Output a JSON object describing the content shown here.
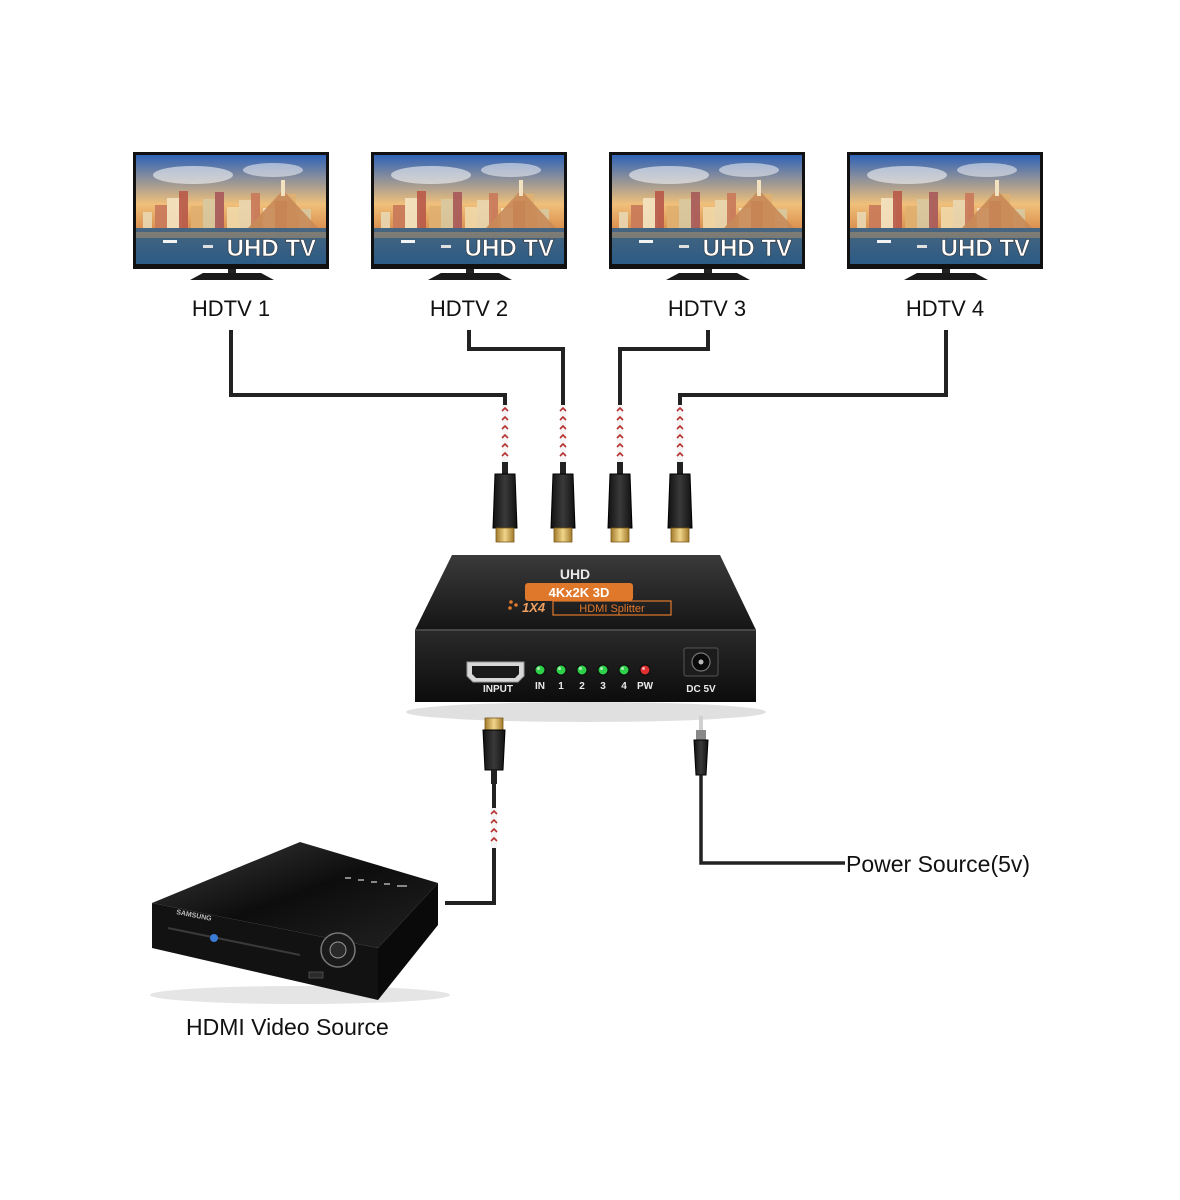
{
  "tvs": [
    {
      "label": "HDTV 1",
      "screen_text": "UHD TV"
    },
    {
      "label": "HDTV 2",
      "screen_text": "UHD TV"
    },
    {
      "label": "HDTV 3",
      "screen_text": "UHD TV"
    },
    {
      "label": "HDTV 4",
      "screen_text": "UHD TV"
    }
  ],
  "splitter": {
    "top_label": "UHD",
    "badge": "4Kx2K 3D",
    "model": "1X4",
    "model_name": "HDMI Splitter",
    "input_label": "INPUT",
    "leds": [
      {
        "label": "IN",
        "color": "#2fd14a"
      },
      {
        "label": "1",
        "color": "#2fd14a"
      },
      {
        "label": "2",
        "color": "#2fd14a"
      },
      {
        "label": "3",
        "color": "#2fd14a"
      },
      {
        "label": "4",
        "color": "#2fd14a"
      },
      {
        "label": "PW",
        "color": "#e03030"
      }
    ],
    "dc_label": "DC 5V"
  },
  "source": {
    "label": "HDMI Video Source",
    "brand": "SAMSUNG"
  },
  "power": {
    "label": "Power Source(5v)"
  },
  "colors": {
    "cable": "#222222",
    "badge": "#e0782c",
    "gold": "#c9a14a"
  }
}
